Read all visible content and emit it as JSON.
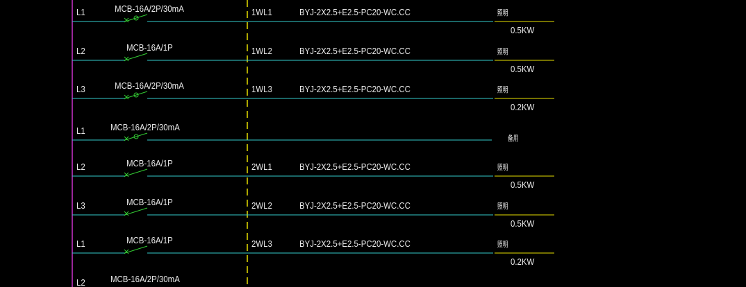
{
  "colors": {
    "background": "#000000",
    "busbar": "#cc33cc",
    "feeder_line": "#33cccc",
    "divider_dashed": "#e8e000",
    "load_underline": "#e8e000",
    "switch_symbol": "#33cc33",
    "text": "#e8e8e8"
  },
  "circuits": [
    {
      "phase": "L1",
      "breaker": "MCB-16A/2P/30mA",
      "breaker_type": "rcd",
      "circuit_id": "1WL1",
      "cable": "BYJ-2X2.5+E2.5-PC20-WC.CC",
      "usage": "照明",
      "power": "0.5KW",
      "show_underline": true
    },
    {
      "phase": "L2",
      "breaker": "MCB-16A/1P",
      "breaker_type": "mcb",
      "circuit_id": "1WL2",
      "cable": "BYJ-2X2.5+E2.5-PC20-WC.CC",
      "usage": "照明",
      "power": "0.5KW",
      "show_underline": true
    },
    {
      "phase": "L3",
      "breaker": "MCB-16A/2P/30mA",
      "breaker_type": "rcd",
      "circuit_id": "1WL3",
      "cable": "BYJ-2X2.5+E2.5-PC20-WC.CC",
      "usage": "照明",
      "power": "0.2KW",
      "show_underline": true
    },
    {
      "phase": "L1",
      "breaker": "MCB-16A/2P/30mA",
      "breaker_type": "rcd",
      "circuit_id": "",
      "cable": "",
      "usage": "备用",
      "power": "",
      "show_underline": false
    },
    {
      "phase": "L2",
      "breaker": "MCB-16A/1P",
      "breaker_type": "mcb",
      "circuit_id": "2WL1",
      "cable": "BYJ-2X2.5+E2.5-PC20-WC.CC",
      "usage": "照明",
      "power": "0.5KW",
      "show_underline": true
    },
    {
      "phase": "L3",
      "breaker": "MCB-16A/1P",
      "breaker_type": "mcb",
      "circuit_id": "2WL2",
      "cable": "BYJ-2X2.5+E2.5-PC20-WC.CC",
      "usage": "照明",
      "power": "0.5KW",
      "show_underline": true
    },
    {
      "phase": "L1",
      "breaker": "MCB-16A/1P",
      "breaker_type": "mcb",
      "circuit_id": "2WL3",
      "cable": "BYJ-2X2.5+E2.5-PC20-WC.CC",
      "usage": "照明",
      "power": "0.2KW",
      "show_underline": true
    },
    {
      "phase": "L2",
      "breaker": "MCB-16A/2P/30mA",
      "breaker_type": "rcd",
      "circuit_id": "",
      "cable": "",
      "usage": "",
      "power": "",
      "show_underline": false
    }
  ]
}
